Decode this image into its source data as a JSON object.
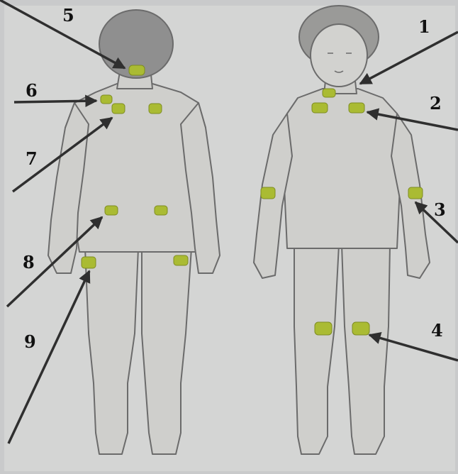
{
  "colors": {
    "background": "#c9cacb",
    "body_fill": "#cfcfcc",
    "body_outline": "#6b6b6b",
    "hair_back": "#8f8f8f",
    "hair_front": "#9a9a98",
    "marker": "#aabb33",
    "arrow": "#2f2f2f"
  },
  "labels": [
    {
      "id": "1",
      "text": "1"
    },
    {
      "id": "2",
      "text": "2"
    },
    {
      "id": "3",
      "text": "3"
    },
    {
      "id": "4",
      "text": "4"
    },
    {
      "id": "5",
      "text": "5"
    },
    {
      "id": "6",
      "text": "6"
    },
    {
      "id": "7",
      "text": "7"
    },
    {
      "id": "8",
      "text": "8"
    },
    {
      "id": "9",
      "text": "9"
    }
  ]
}
